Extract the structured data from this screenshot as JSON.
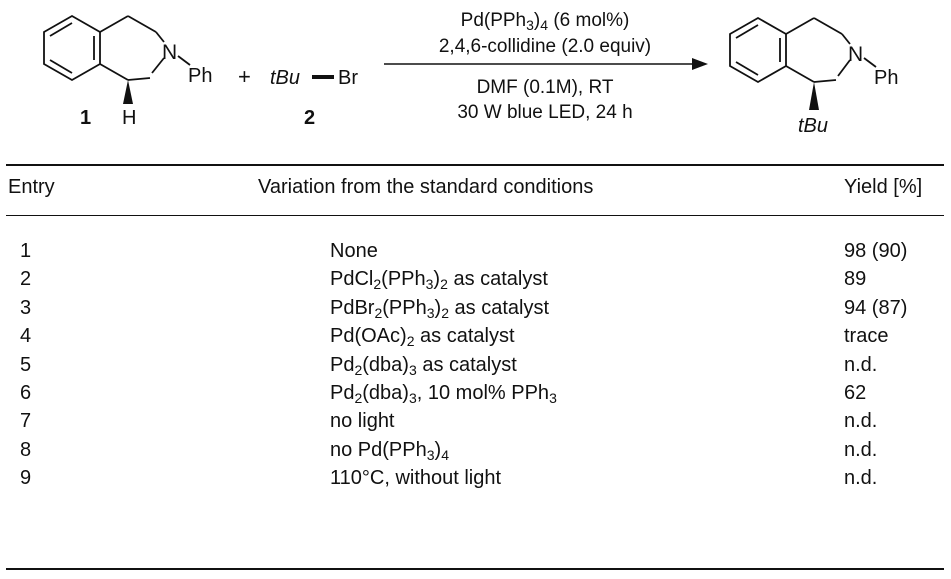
{
  "scheme": {
    "reactant1": {
      "label": "1",
      "n_atom": "N",
      "ph": "Ph",
      "h_atom": "H"
    },
    "plus": "+",
    "reagent2": {
      "label": "2",
      "tbu": "tBu",
      "br": "Br"
    },
    "conditions": {
      "above_line": [
        "Pd(PPh3)4 (6 mol%)",
        "2,4,6-collidine (2.0 equiv)"
      ],
      "below_line": [
        "DMF (0.1M), RT",
        "30 W blue LED, 24 h"
      ]
    },
    "product": {
      "n_atom": "N",
      "ph": "Ph",
      "tbu": "tBu"
    }
  },
  "table": {
    "headers": {
      "entry": "Entry",
      "variation": "Variation from the standard conditions",
      "yield": "Yield [%]"
    },
    "rows": [
      {
        "entry": "1",
        "variation": "None",
        "yield": "98 (90)"
      },
      {
        "entry": "2",
        "variation": "PdCl2(PPh3)2 as catalyst",
        "yield": "89"
      },
      {
        "entry": "3",
        "variation": "PdBr2(PPh3)2 as catalyst",
        "yield": "94 (87)"
      },
      {
        "entry": "4",
        "variation": "Pd(OAc)2 as catalyst",
        "yield": "trace"
      },
      {
        "entry": "5",
        "variation": "Pd2(dba)3 as catalyst",
        "yield": "n.d."
      },
      {
        "entry": "6",
        "variation": "Pd2(dba)3, 10 mol% PPh3",
        "yield": "62"
      },
      {
        "entry": "7",
        "variation": "no light",
        "yield": "n.d."
      },
      {
        "entry": "8",
        "variation": "no Pd(PPh3)4",
        "yield": "n.d."
      },
      {
        "entry": "9",
        "variation": "110°C, without light",
        "yield": "n.d."
      }
    ]
  }
}
